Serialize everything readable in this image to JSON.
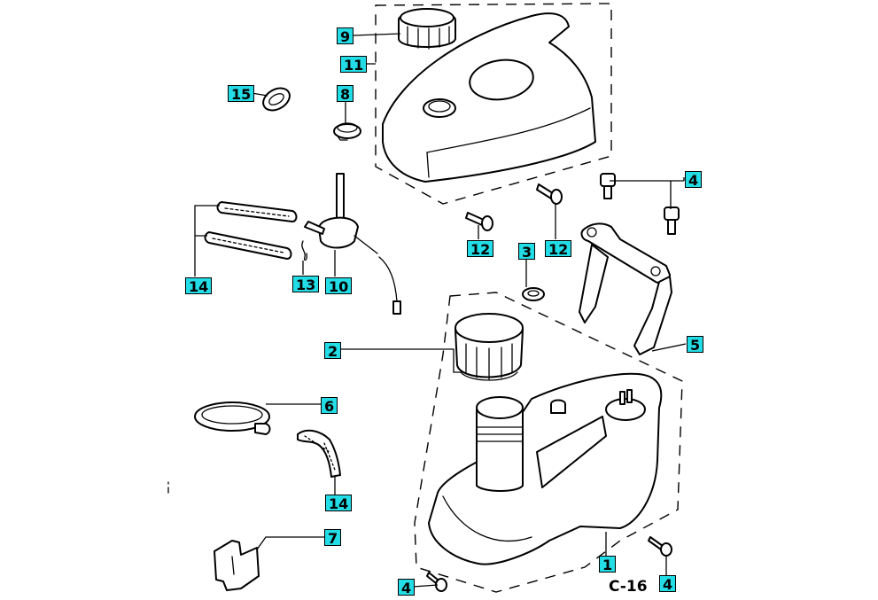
{
  "diagram": {
    "title": "Fuel tank parts diagram",
    "page_code": "C-16",
    "callout_color": "#22dce6",
    "callouts": [
      {
        "id": "9",
        "part": "fuel cap (upper)"
      },
      {
        "id": "11",
        "part": "tank cover"
      },
      {
        "id": "15",
        "part": "grommet"
      },
      {
        "id": "8",
        "part": "hose clamp"
      },
      {
        "id": "4",
        "part": "bolt"
      },
      {
        "id": "12",
        "part": "screw"
      },
      {
        "id": "12",
        "part": "screw"
      },
      {
        "id": "3",
        "part": "cushion rubber"
      },
      {
        "id": "14",
        "part": "fuel hose"
      },
      {
        "id": "13",
        "part": "clip"
      },
      {
        "id": "10",
        "part": "fuel cock"
      },
      {
        "id": "2",
        "part": "fuel cap"
      },
      {
        "id": "5",
        "part": "bracket"
      },
      {
        "id": "6",
        "part": "band"
      },
      {
        "id": "14",
        "part": "fuel hose"
      },
      {
        "id": "7",
        "part": "clamp"
      },
      {
        "id": "1",
        "part": "fuel tank"
      },
      {
        "id": "4",
        "part": "bolt"
      },
      {
        "id": "4",
        "part": "bolt"
      }
    ]
  }
}
